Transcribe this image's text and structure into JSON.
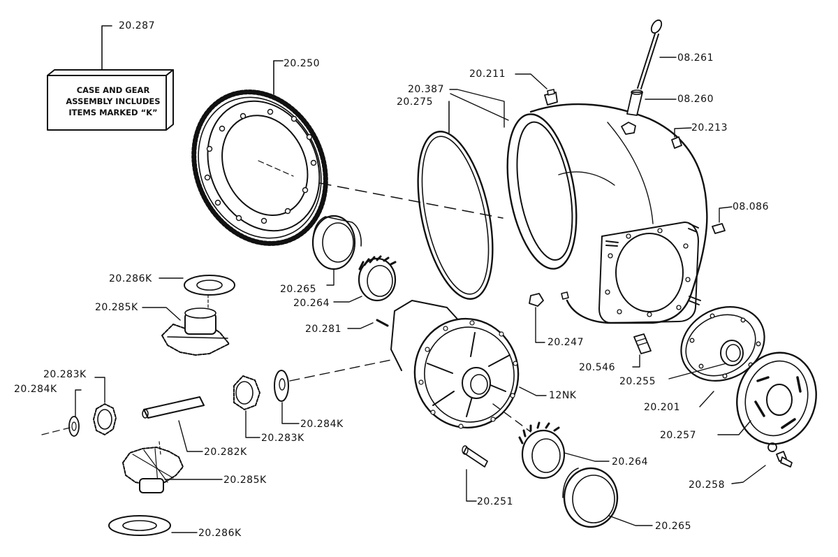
{
  "note": {
    "number": "20.287",
    "lines": [
      "CASE AND GEAR",
      "ASSEMBLY INCLUDES",
      "ITEMS MARKED “K”"
    ]
  },
  "parts": {
    "ring_gear": "20.250",
    "housing": "20.387",
    "gasket": "20.275",
    "breather": "20.211",
    "dipstick": "08.261",
    "dipstick_tube": "08.260",
    "plug_top": "20.213",
    "plug_side": "08.086",
    "thrust_washer_top": "20.286K",
    "side_gear_top": "20.285K",
    "bearing_cup_left": "20.265",
    "bearing_cone_left": "20.264",
    "roll_pin": "20.281",
    "nut": "20.247",
    "stud": "20.546",
    "pinion_gear_a": "20.283K",
    "thrust_washer_a": "20.284K",
    "pinion_gear_b": "20.283K",
    "thrust_washer_b": "20.284K",
    "cross_shaft": "20.282K",
    "side_gear_bottom": "20.285K",
    "thrust_washer_bottom": "20.286K",
    "carrier": "12NK",
    "bearing_cone_right": "20.264",
    "bearing_cup_right": "20.265",
    "pin": "20.251",
    "seal": "20.255",
    "cover": "20.201",
    "retainer": "20.257",
    "bolt": "20.258"
  }
}
